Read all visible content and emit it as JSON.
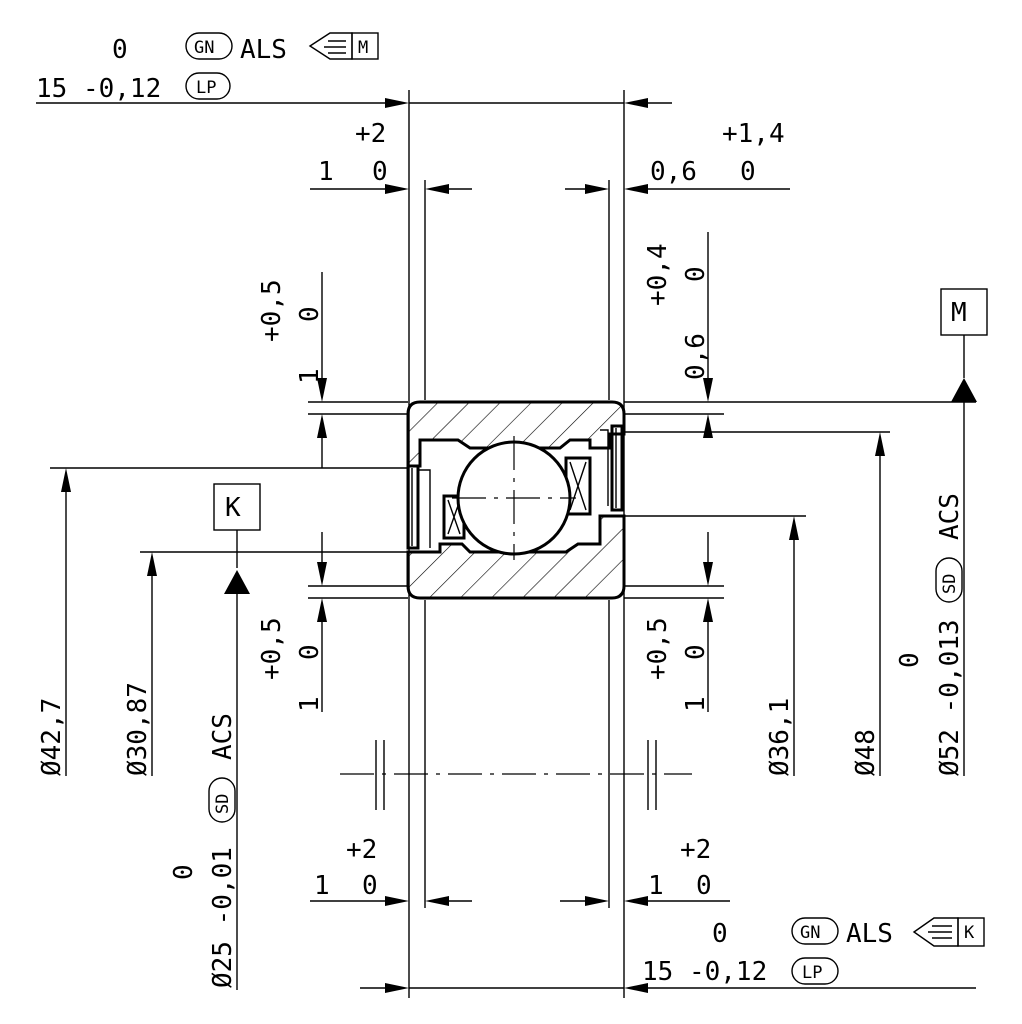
{
  "width_top": {
    "upper": "0",
    "lower": "15 -0,12",
    "gn": "GN",
    "als": "ALS",
    "lp": "LP",
    "datum_ref": "M"
  },
  "width_bottom": {
    "upper": "0",
    "lower": "15 -0,12",
    "gn": "GN",
    "als": "ALS",
    "lp": "LP",
    "datum_ref": "K"
  },
  "chamfer_top_left": {
    "tol": "+2",
    "base": "1",
    "low": "0"
  },
  "chamfer_top_right": {
    "tol": "+1,4",
    "base": "0,6",
    "low": "0"
  },
  "chamfer_bottom_left": {
    "tol": "+2",
    "base": "1",
    "low": "0"
  },
  "chamfer_bottom_right": {
    "tol": "+2",
    "base": "1",
    "low": "0"
  },
  "radial_upper_left": {
    "tol": "+0,5",
    "low": "0",
    "base": "1"
  },
  "radial_upper_right": {
    "tol": "+0,4",
    "low": "0",
    "base": "0,6"
  },
  "radial_lower_left": {
    "tol": "+0,5",
    "low": "0",
    "base": "1"
  },
  "radial_lower_right": {
    "tol": "+0,5",
    "low": "0",
    "base": "1"
  },
  "diameters": {
    "d42_7": "Ø42,7",
    "d30_87": "Ø30,87",
    "d25": "Ø25 -0,01",
    "d25_zero": "0",
    "d25_sd": "SD",
    "d25_acs": "ACS",
    "d36_1": "Ø36,1",
    "d48": "Ø48",
    "d52": "Ø52 -0,013",
    "d52_zero": "0",
    "d52_sd": "SD",
    "d52_acs": "ACS"
  },
  "datums": {
    "m": "M",
    "k": "K"
  }
}
